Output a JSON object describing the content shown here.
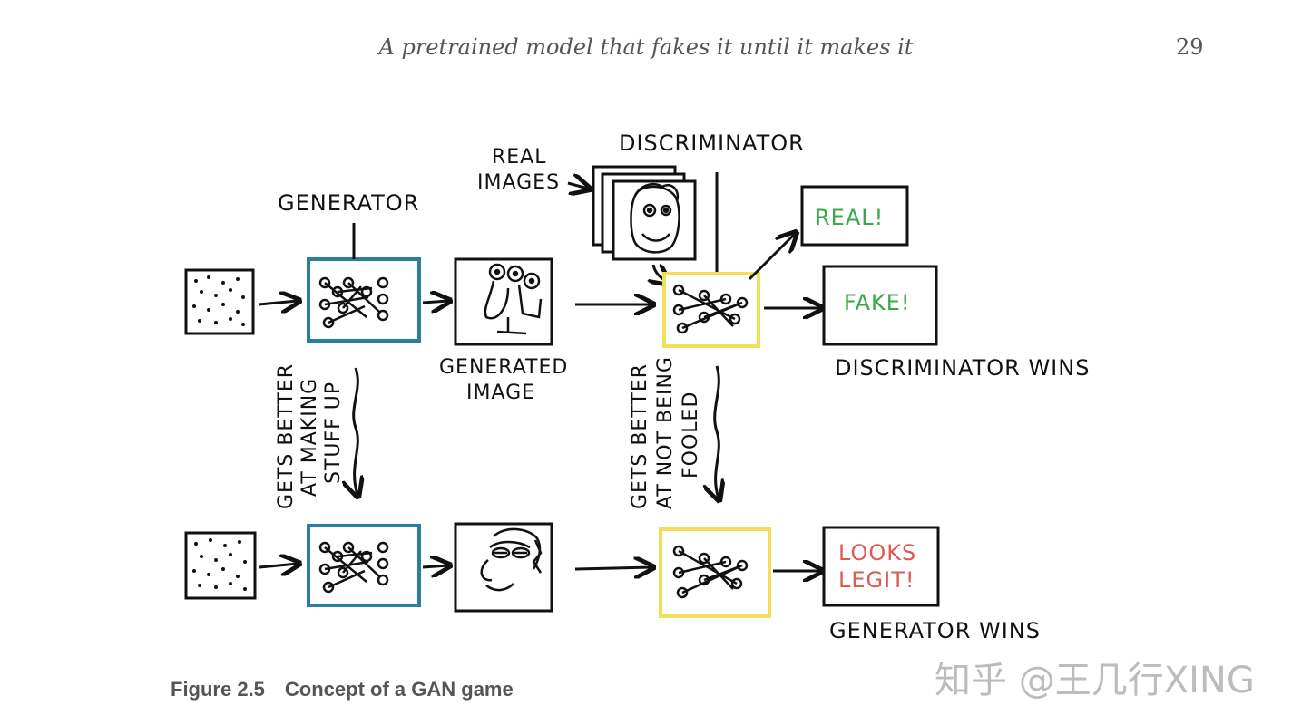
{
  "header": {
    "running_title": "A pretrained model that fakes it until it makes it",
    "page_number": "29"
  },
  "figure": {
    "labels": {
      "generator": "GENERATOR",
      "real_images_1": "REAL",
      "real_images_2": "IMAGES",
      "discriminator": "DISCRIMINATOR",
      "generated_image_1": "GENERATED",
      "generated_image_2": "IMAGE",
      "gen_better_1": "GETS BETTER",
      "gen_better_2": "AT MAKING",
      "gen_better_3": "STUFF UP",
      "disc_better_1": "GETS BETTER",
      "disc_better_2": "AT NOT BEING",
      "disc_better_3": "FOOLED",
      "real_verdict": "REAL!",
      "fake_verdict": "FAKE!",
      "looks_legit_1": "LOOKS",
      "looks_legit_2": "LEGIT!",
      "discriminator_wins": "DISCRIMINATOR WINS",
      "generator_wins": "GENERATOR WINS"
    },
    "colors": {
      "generator_box": "#2a7fa0",
      "discriminator_box": "#f1df5a",
      "verdict_green": "#3aa84a",
      "verdict_red": "#e05a55",
      "ink": "#111111"
    }
  },
  "caption": {
    "number": "Figure 2.5",
    "text": "Concept of a GAN game"
  },
  "watermark": "知乎 @王几行XING"
}
